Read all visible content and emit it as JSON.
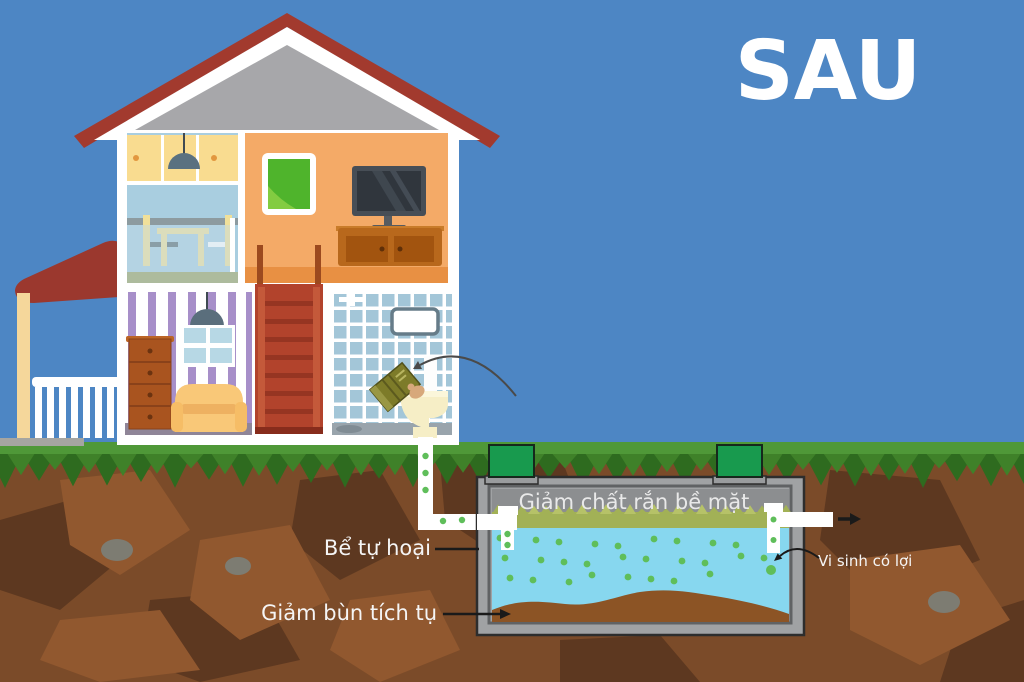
{
  "scene": {
    "title": "SAU",
    "labels": {
      "tank_surface": "Giảm chất rắn bề mặt",
      "tank_name": "Bể tự hoại",
      "microbes": "Vi sinh có lợi",
      "sludge": "Giảm bùn tích tụ"
    },
    "palette": {
      "sky": "#4d86c4",
      "grass": "#4f9838",
      "grass_mid": "#3f8129",
      "grass_dark": "#2e6b1f",
      "soil": "#7b4b29",
      "soil_dark": "#5d3820",
      "soil_light": "#91582f",
      "rock_gray": "#7d7c72",
      "roof_red": "#a23a2e",
      "porch_red": "#9b382e",
      "attic_gray": "#a7a7aa",
      "wall_orange": "#f4aa67",
      "wallpaper_purple": "#a78fc9",
      "tile_blue": "#a3c6d8",
      "door_red": "#b2432c",
      "tank_concrete": "#a0a2a4",
      "tank_headspace": "#8c8e90",
      "scum_green": "#a2b156",
      "scum_light": "#b6c268",
      "water_blue": "#87d7ef",
      "sludge_brown": "#8c5425",
      "microbe_green": "#5fbe5a",
      "lid_green": "#189a4e",
      "pipe_white": "#ffffff",
      "label_white": "#f5f5f5",
      "arrow_black": "#1a1a1a"
    }
  }
}
